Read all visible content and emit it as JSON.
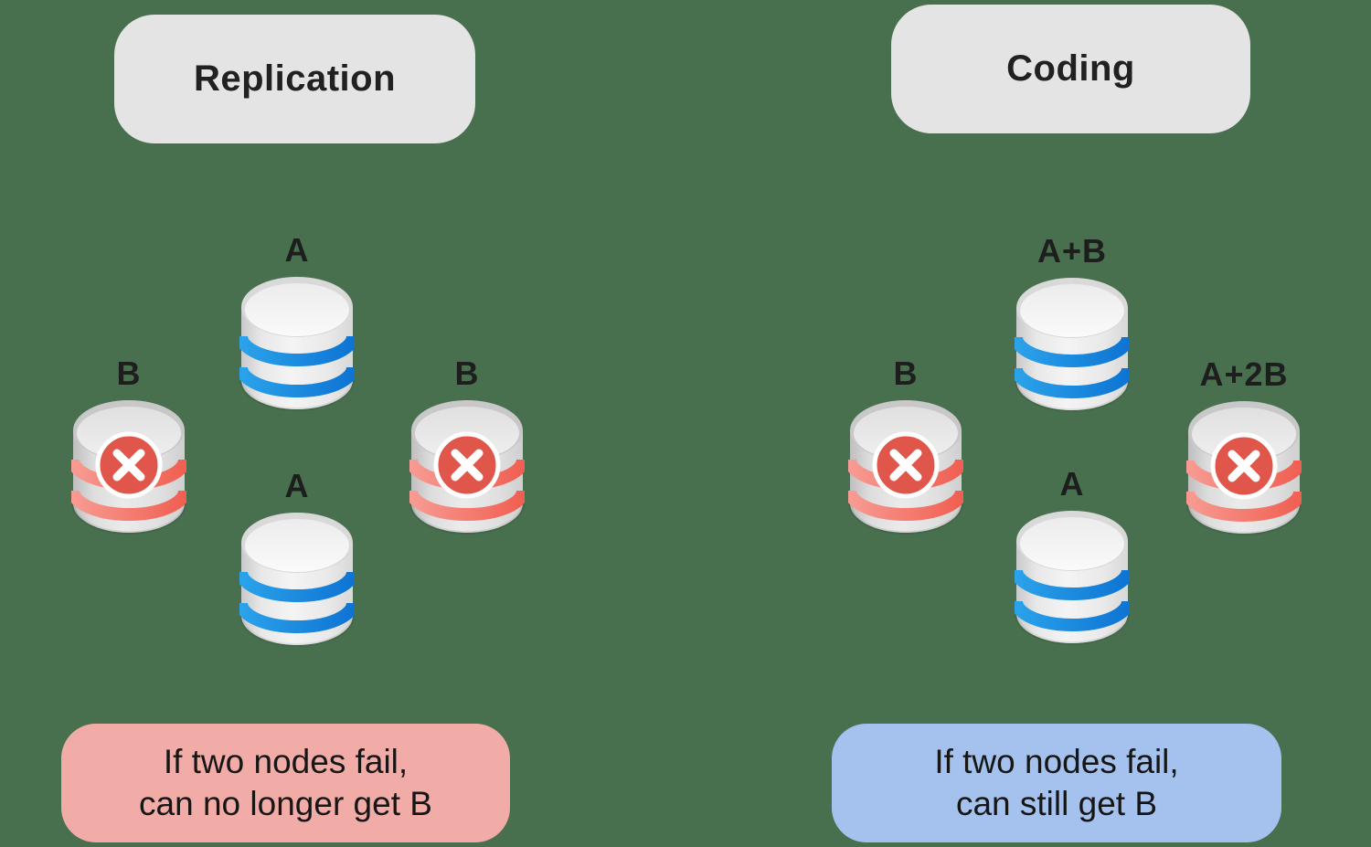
{
  "diagram": {
    "background_color": "#48704E",
    "sections": [
      {
        "id": "replication",
        "header": "Replication",
        "nodes": [
          {
            "position": "top",
            "label": "A",
            "status": "healthy"
          },
          {
            "position": "left",
            "label": "B",
            "status": "failed"
          },
          {
            "position": "right",
            "label": "B",
            "status": "failed"
          },
          {
            "position": "bottom",
            "label": "A",
            "status": "healthy"
          }
        ],
        "caption": {
          "line1": "If two nodes fail,",
          "line2": "can no longer get B",
          "background_color": "#F2ACA7"
        }
      },
      {
        "id": "coding",
        "header": "Coding",
        "nodes": [
          {
            "position": "top",
            "label": "A+B",
            "status": "healthy"
          },
          {
            "position": "left",
            "label": "B",
            "status": "failed"
          },
          {
            "position": "right",
            "label": "A+2B",
            "status": "failed"
          },
          {
            "position": "bottom",
            "label": "A",
            "status": "healthy"
          }
        ],
        "caption": {
          "line1": "If two nodes fail,",
          "line2": "can still get B",
          "background_color": "#A5C2EF"
        }
      }
    ],
    "colors": {
      "header_background": "#E5E4E4",
      "header_text": "#212121",
      "label_text": "#1E1E1E",
      "healthy_stripe_blue": "#1787DE",
      "failed_stripe_red": "#F4796E",
      "failed_badge_red": "#E0564A",
      "cylinder_body_gray": "#EDEDED",
      "caption_text": "#161616"
    }
  }
}
